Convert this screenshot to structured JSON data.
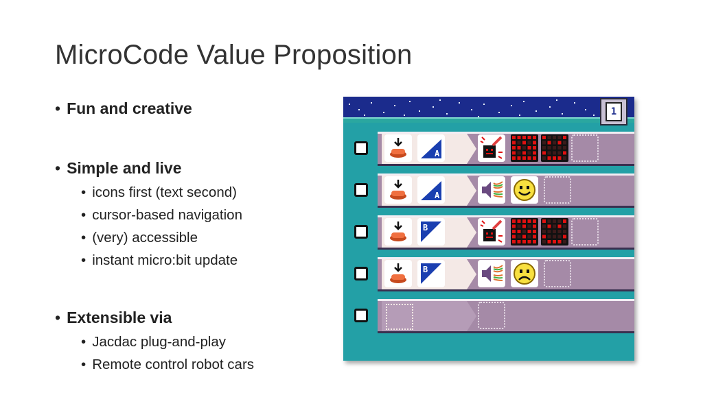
{
  "slide": {
    "title": "MicroCode Value Proposition"
  },
  "bullets": {
    "fun": "Fun and creative",
    "simple": "Simple and live",
    "simple_items": [
      "icons first (text second)",
      "cursor-based navigation",
      "(very) accessible",
      "instant micro:bit update"
    ],
    "extensible": "Extensible via",
    "extensible_items": [
      "Jacdac plug-and-play",
      "Remote control robot cars"
    ]
  },
  "editor": {
    "page_number": "1",
    "rules": [
      {
        "when": [
          "press-button-icon",
          "button-a-icon"
        ],
        "do": [
          "paint-led-icon",
          "led-pattern-icon",
          "led-pattern-icon",
          "empty-slot"
        ]
      },
      {
        "when": [
          "press-button-icon",
          "button-a-icon"
        ],
        "do": [
          "speaker-sound-icon",
          "happy-face-icon",
          "empty-slot"
        ]
      },
      {
        "when": [
          "press-button-icon",
          "button-b-icon"
        ],
        "do": [
          "paint-led-icon",
          "led-pattern-icon",
          "led-pattern-icon",
          "empty-slot"
        ]
      },
      {
        "when": [
          "press-button-icon",
          "button-b-icon"
        ],
        "do": [
          "speaker-sound-icon",
          "sad-face-icon",
          "empty-slot"
        ]
      },
      {
        "when": [],
        "do": [
          "empty-slot"
        ]
      }
    ],
    "colors": {
      "background": "#23a0a6",
      "sky": "#1b2b8c",
      "rule_bar": "#a58aa7",
      "when_section": "#f4e9e6",
      "led_on": "#e01010"
    }
  }
}
